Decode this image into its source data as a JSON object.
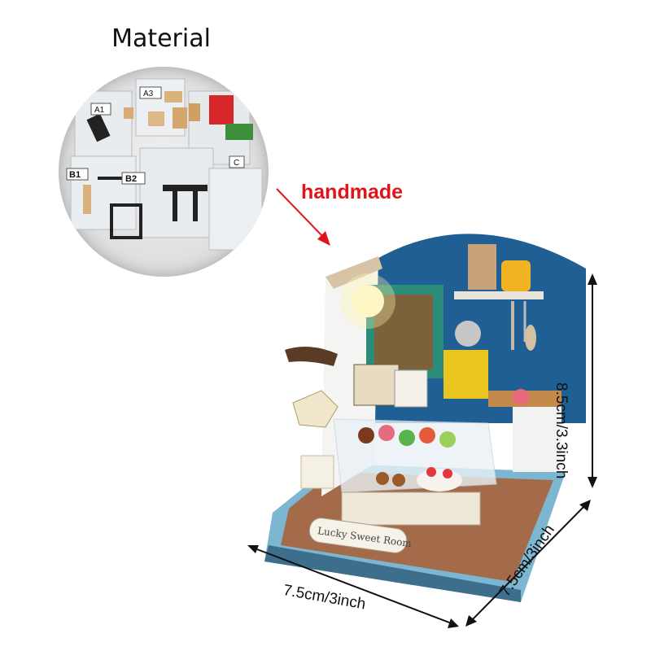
{
  "material": {
    "title": "Material",
    "bag_labels": [
      "A3",
      "A1",
      "B1",
      "B2",
      "C"
    ]
  },
  "handmade": {
    "label": "handmade",
    "color": "#e0141b"
  },
  "product": {
    "sign_text": "Lucky Sweet Room",
    "colors": {
      "wall_blue": "#1f5f93",
      "wall_white": "#f4f4f2",
      "floor_blue": "#7cb6d1",
      "counter_wood": "#c38a4b",
      "yellow": "#e9c51f",
      "teal": "#2a8c79"
    }
  },
  "dimensions": {
    "height": "8.5cm/3.3inch",
    "width": "7.5cm/3inch",
    "depth": "7.5cm/3inch"
  }
}
